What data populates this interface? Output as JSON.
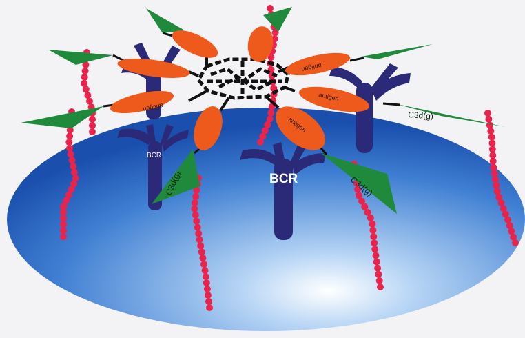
{
  "labels": {
    "bcr_large": "BCR",
    "bcr_small": "BCR",
    "antigen": "antigen",
    "c3d": "C3d(g)"
  },
  "colors": {
    "background": "#f3f3f6",
    "cell_center": "#a9cdf2",
    "cell_edge": "#1d56b4",
    "bcr": "#2a2a78",
    "antigen": "#ee5a1c",
    "c3d": "#1f8a3c",
    "chain": "#e8244c",
    "scaffold": "#111111"
  }
}
